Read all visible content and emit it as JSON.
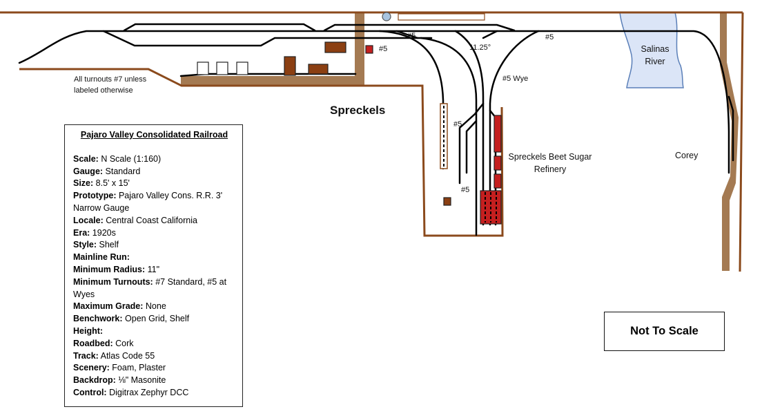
{
  "labels": {
    "turnout_note_line1": "All turnouts #7 unless",
    "turnout_note_line2": "labeled otherwise",
    "spreckels": "Spreckels",
    "turnout_5_top_left": "#5",
    "turnout_5_top_mid": "#5",
    "angle": "11.25°",
    "turnout_5_top_right": "#5",
    "wye": "#5 Wye",
    "salinas_line1": "Salinas",
    "salinas_line2": "River",
    "refinery_line1": "Spreckels Beet Sugar",
    "refinery_line2": "Refinery",
    "corey": "Corey",
    "turnout_5_mid": "#5",
    "turnout_5_low": "#5"
  },
  "info": {
    "title": "Pajaro Valley Consolidated Railroad",
    "specs": [
      {
        "key": "Scale:",
        "value": " N Scale (1:160)"
      },
      {
        "key": "Gauge:",
        "value": " Standard"
      },
      {
        "key": "Size:",
        "value": " 8.5' x 15'"
      },
      {
        "key": "Prototype:",
        "value": " Pajaro Valley Cons. R.R. 3' Narrow Gauge"
      },
      {
        "key": "Locale:",
        "value": " Central Coast California"
      },
      {
        "key": "Era:",
        "value": " 1920s"
      },
      {
        "key": "Style:",
        "value": " Shelf"
      },
      {
        "key": "Mainline Run:",
        "value": ""
      },
      {
        "key": "Minimum Radius:",
        "value": " 11\""
      },
      {
        "key": "Minimum Turnouts:",
        "value": " #7 Standard, #5 at Wyes"
      },
      {
        "key": "Maximum Grade:",
        "value": " None"
      },
      {
        "key": "Benchwork:",
        "value": " Open Grid, Shelf"
      },
      {
        "key": "Height:",
        "value": ""
      },
      {
        "key": "Roadbed:",
        "value": " Cork"
      },
      {
        "key": "Track:",
        "value": " Atlas Code 55"
      },
      {
        "key": "Scenery:",
        "value": " Foam, Plaster"
      },
      {
        "key": "Backdrop:",
        "value": " ⅛\" Masonite"
      },
      {
        "key": "Control:",
        "value": " Digitrax Zephyr DCC"
      }
    ]
  },
  "not_to_scale": "Not To Scale",
  "colors": {
    "benchwork_edge": "#8b4a1c",
    "backdrop": "#a47a52",
    "track": "#000000",
    "river_fill": "#dbe5f7",
    "river_edge": "#5a7fb8",
    "structure_brown": "#8b3f12",
    "structure_red": "#c41f1f"
  }
}
